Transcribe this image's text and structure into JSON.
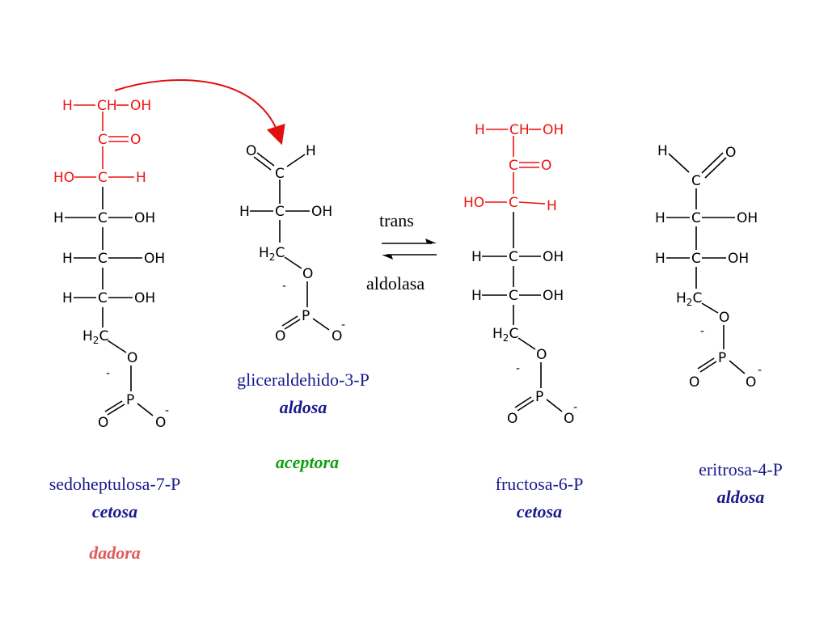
{
  "colors": {
    "highlight": "#ee1111",
    "structure": "#000000",
    "name_label": "#1a1a8c",
    "role_donor": "#e05a5a",
    "role_acceptor": "#12a012",
    "arrow": "#e01010"
  },
  "reaction": {
    "forward_label": "trans",
    "reverse_label": "aldolasa"
  },
  "compounds": {
    "sedoheptulose": {
      "name": "sedoheptulosa-7-P",
      "class": "cetosa",
      "role": "dadora"
    },
    "glyceraldehyde": {
      "name": "gliceraldehido-3-P",
      "class": "aldosa",
      "role": "aceptora"
    },
    "fructose": {
      "name": "fructosa-6-P",
      "class": "cetosa"
    },
    "erythrose": {
      "name": "eritrosa-4-P",
      "class": "aldosa"
    }
  },
  "atoms": {
    "h": "H",
    "c": "C",
    "o": "O",
    "p": "P",
    "oh": "OH",
    "ho": "HO",
    "ch": "CH",
    "h2": "H2",
    "charge": "-"
  }
}
